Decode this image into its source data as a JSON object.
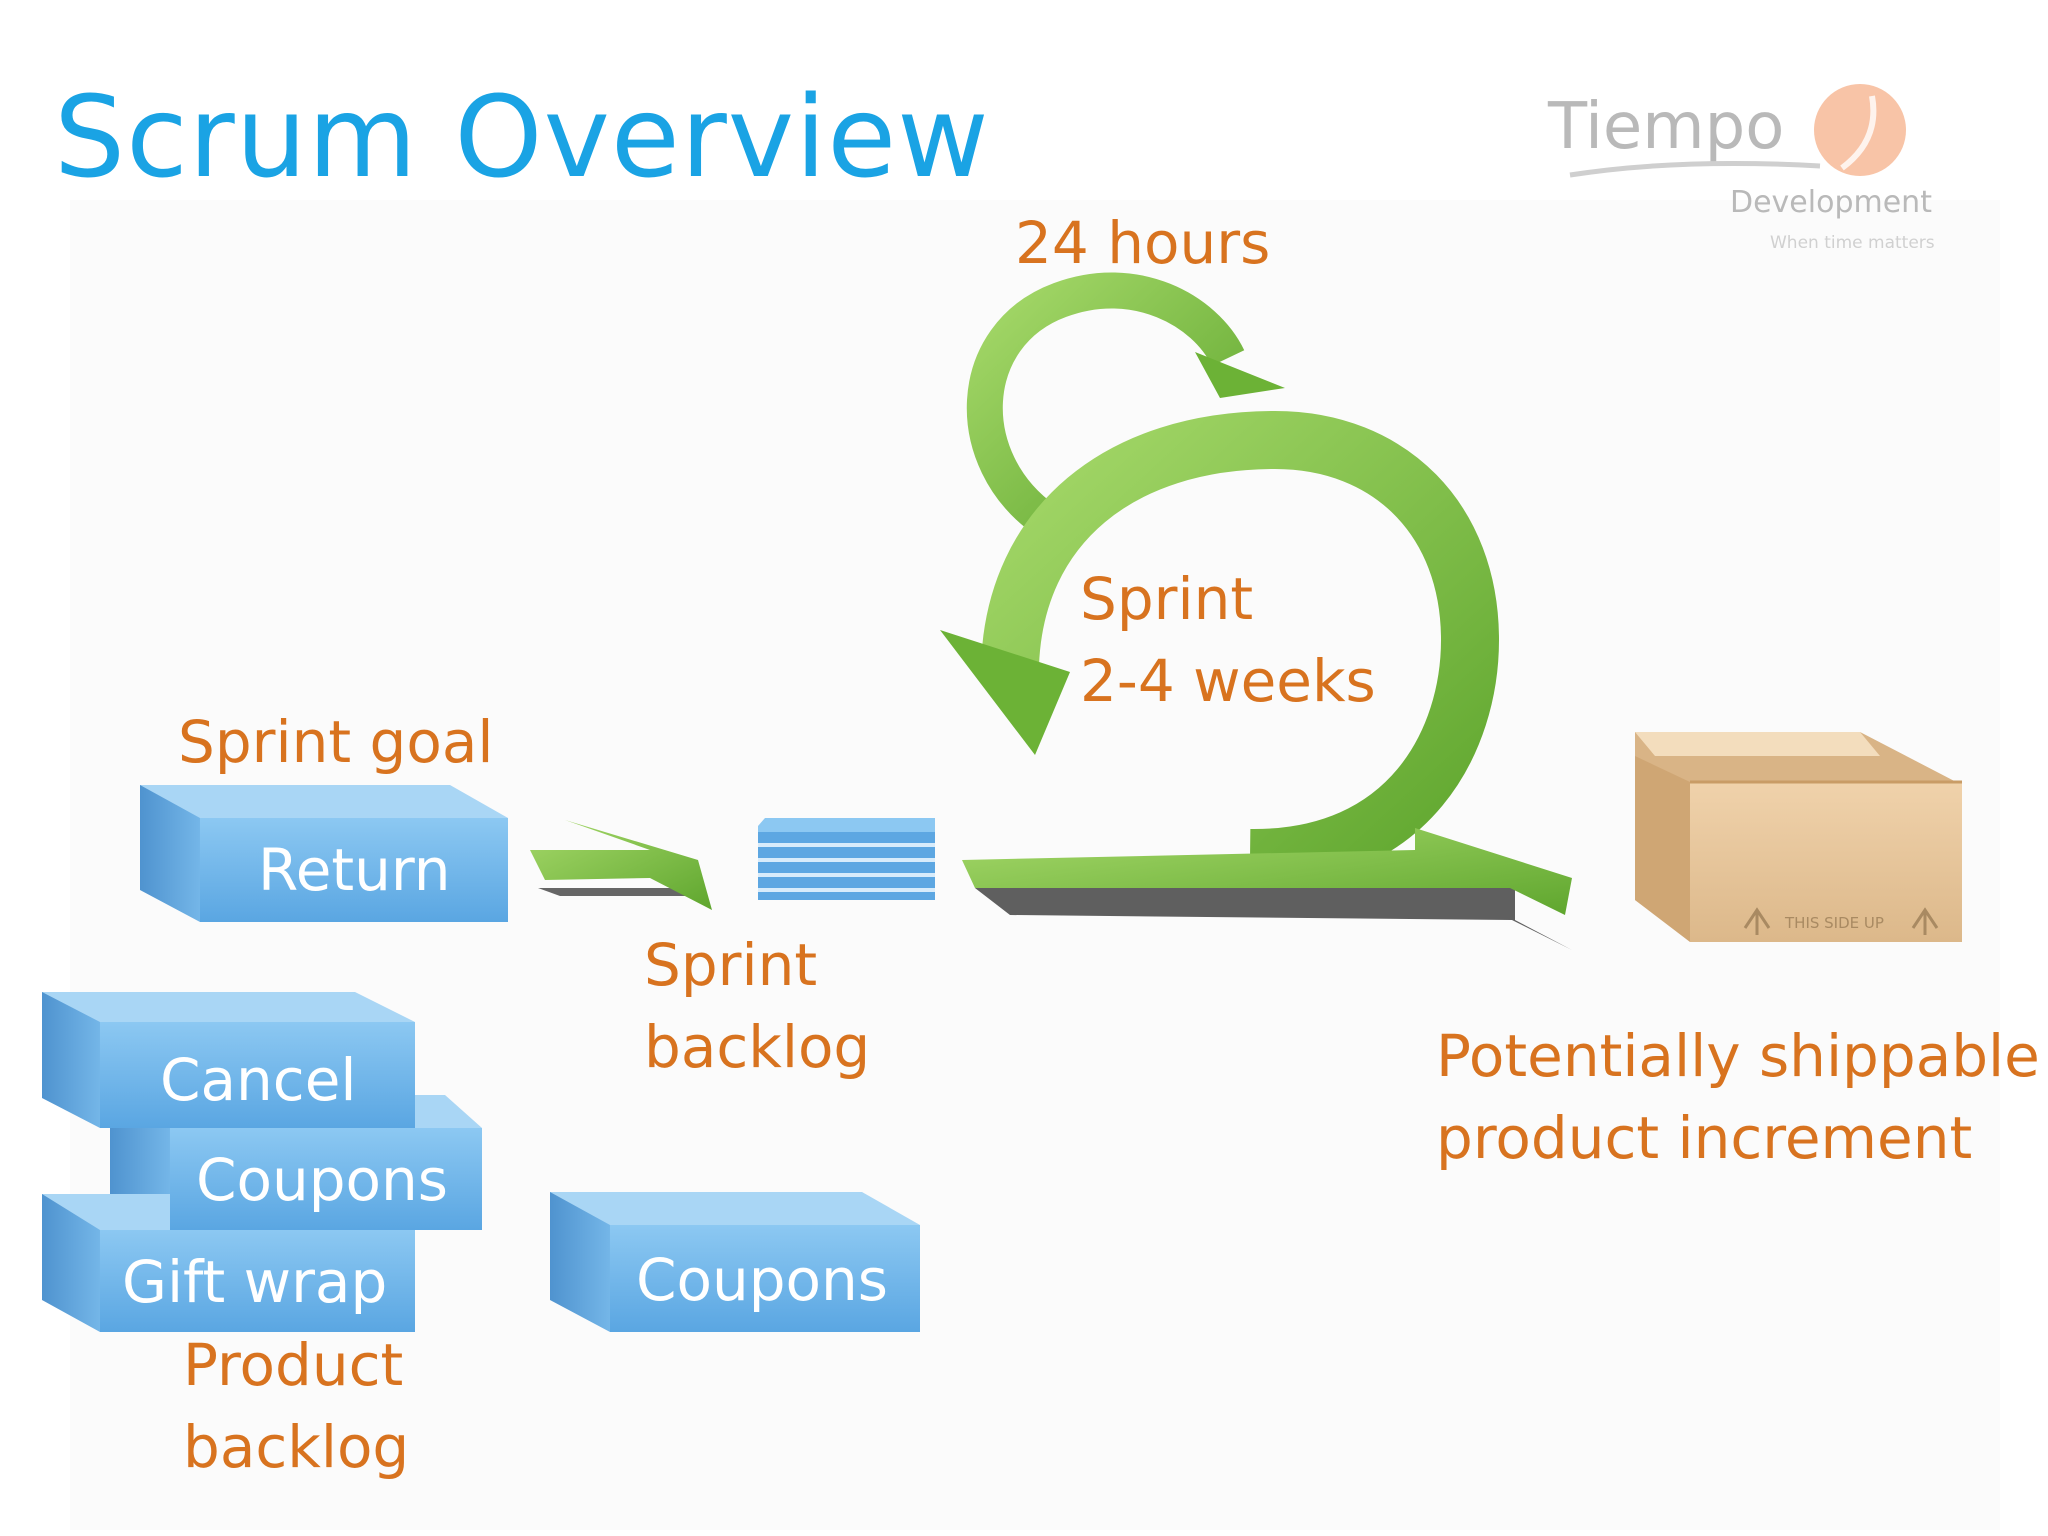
{
  "slide": {
    "title": "Scrum Overview"
  },
  "logo": {
    "name": "Tiempo",
    "sub": "Development",
    "tagline": "When time matters"
  },
  "labels": {
    "daily_cycle": "24 hours",
    "sprint_cycle": "Sprint\n2-4 weeks",
    "sprint_goal": "Sprint goal",
    "sprint_backlog": "Sprint\nbacklog",
    "increment": "Potentially shippable\nproduct increment",
    "product_backlog": "Product\nbacklog"
  },
  "blocks": {
    "goal": "Return",
    "cancel": "Cancel",
    "coupons_stack": "Coupons",
    "gift_wrap": "Gift wrap",
    "coupons_single": "Coupons"
  },
  "box": {
    "print": "THIS SIDE UP"
  },
  "colors": {
    "title": "#1aa3e4",
    "label": "#d8731f",
    "block": "#6db4e8",
    "arrow": "#7cbf3f",
    "box": "#e8c9a0"
  }
}
